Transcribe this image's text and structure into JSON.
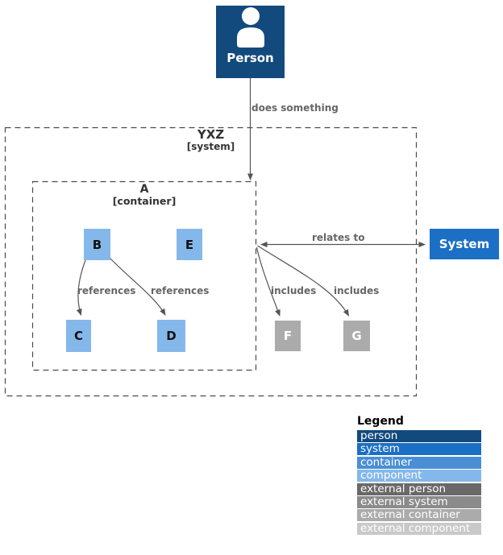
{
  "diagram": {
    "person": {
      "label": "Person"
    },
    "system_boundary": {
      "title": "YXZ",
      "subtitle": "[system]"
    },
    "container_boundary": {
      "title": "A",
      "subtitle": "[container]"
    },
    "nodes": {
      "b": "B",
      "c": "C",
      "d": "D",
      "e": "E",
      "f": "F",
      "g": "G"
    },
    "external_system": {
      "label": "System"
    },
    "edge_labels": {
      "person_to_container": "does something",
      "b_to_c": "references",
      "b_to_d": "references",
      "system_to_external": "relates to",
      "includes_f": "includes",
      "includes_g": "includes"
    }
  },
  "legend": {
    "title": "Legend",
    "items": [
      {
        "label": "person",
        "color": "#134A7D"
      },
      {
        "label": "system",
        "color": "#1B6FC4"
      },
      {
        "label": "container",
        "color": "#4A8FD3"
      },
      {
        "label": "component",
        "color": "#85B8EA"
      },
      {
        "label": "external person",
        "color": "#696969"
      },
      {
        "label": "external system",
        "color": "#8B8B8B"
      },
      {
        "label": "external container",
        "color": "#ABABAB"
      },
      {
        "label": "external component",
        "color": "#C9C9C9"
      }
    ]
  },
  "colors": {
    "person-bg": "#134A7D",
    "system-bg": "#1B6FC4",
    "container-bg": "#4A8FD3",
    "component-bg": "#85B8EA",
    "external-person-bg": "#696969",
    "external-system-bg": "#8B8B8B",
    "external-container-bg": "#ABABAB",
    "external-component-bg": "#C9C9C9",
    "edge-line": "#555555",
    "edge-label": "#666666",
    "boundary-line": "#4A4A4A",
    "boundary-title": "#333333"
  }
}
